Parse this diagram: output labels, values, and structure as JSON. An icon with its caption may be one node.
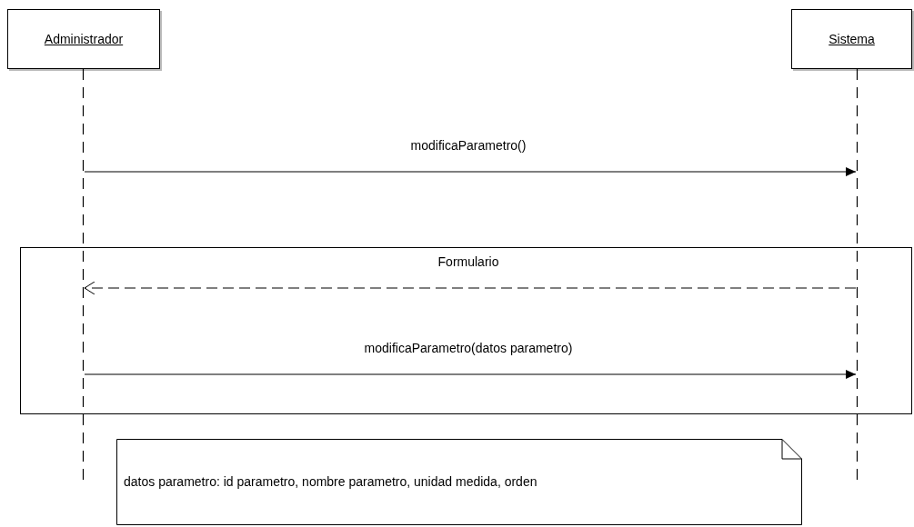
{
  "diagram": {
    "nodes": [
      {
        "text": [
          "Administrador"
        ]
      },
      {
        "text": [
          "Sistema"
        ]
      },
      {
        "text": [],
        "shape": "line"
      },
      {
        "text": [],
        "shape": "line"
      },
      {
        "text": [
          "datos parametro: id parametro,  nombre parametro, unidad medida, orden"
        ]
      }
    ],
    "edges": [
      {
        "from": 2,
        "to": 3,
        "arrow": "to",
        "label": "modificaParametro()"
      },
      {
        "from": 3,
        "to": 2,
        "arrow": "to",
        "label": "Formulario",
        "style": "dashed"
      },
      {
        "from": 2,
        "to": 3,
        "arrow": "to",
        "label": "modificaParametro(datos parametro)"
      }
    ]
  }
}
